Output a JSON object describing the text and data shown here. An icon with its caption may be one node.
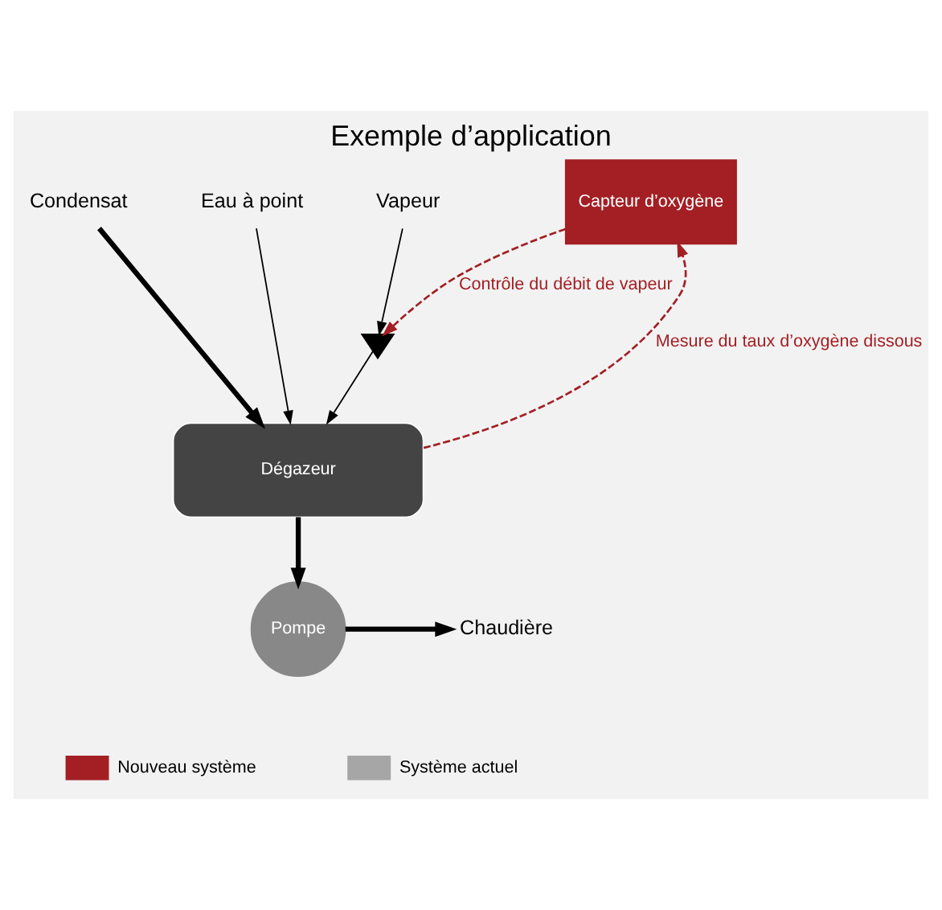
{
  "diagram": {
    "title": "Exemple d’application",
    "nodes": [
      {
        "text": [
          "Condensat"
        ]
      },
      {
        "text": [
          "Eau à point"
        ]
      },
      {
        "text": [
          "Vapeur"
        ]
      },
      {
        "text": [],
        "shape": "valve"
      },
      {
        "text": [
          "Capteur d’oxygène"
        ]
      },
      {
        "text": [
          "Dégazeur"
        ]
      },
      {
        "text": [
          "Pompe"
        ]
      },
      {
        "text": [
          "Chaudière"
        ]
      }
    ],
    "edges": [
      {
        "from": 0,
        "to": 5,
        "arrow": "to",
        "style": "thick"
      },
      {
        "from": 1,
        "to": 5,
        "arrow": "to"
      },
      {
        "from": 2,
        "to": 3,
        "arrow": "to"
      },
      {
        "from": 3,
        "to": 5,
        "arrow": "to"
      },
      {
        "from": 4,
        "to": 3,
        "arrow": "to",
        "label": "Contrôle du débit de vapeur",
        "style": "dashed",
        "color": "#a31f24"
      },
      {
        "from": 5,
        "to": 4,
        "arrow": "to",
        "label": "Mesure du taux d’oxygène dissous",
        "style": "dashed",
        "color": "#a31f24"
      },
      {
        "from": 5,
        "to": 6,
        "arrow": "to",
        "style": "thick"
      },
      {
        "from": 6,
        "to": 7,
        "arrow": "to",
        "style": "thick"
      }
    ],
    "legend": [
      {
        "text": "Nouveau système",
        "color": "#a31f24"
      },
      {
        "text": "Système actuel",
        "color": "#a6a6a6"
      }
    ]
  }
}
